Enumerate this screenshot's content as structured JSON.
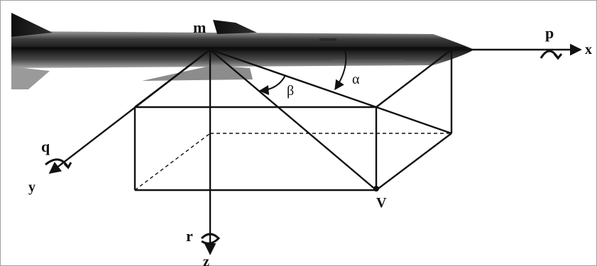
{
  "labels": {
    "origin": "m",
    "x_axis": "x",
    "y_axis": "y",
    "z_axis": "z",
    "roll_rate": "p",
    "pitch_rate": "q",
    "yaw_rate": "r",
    "attack_angle": "α",
    "sideslip_angle": "β",
    "velocity": "V"
  },
  "colors": {
    "line": "#111111",
    "missile_dark": "#1a1a1a",
    "missile_mid": "#6e6e6e",
    "missile_light": "#bdbdbd",
    "frame": "#a0a0a0"
  }
}
